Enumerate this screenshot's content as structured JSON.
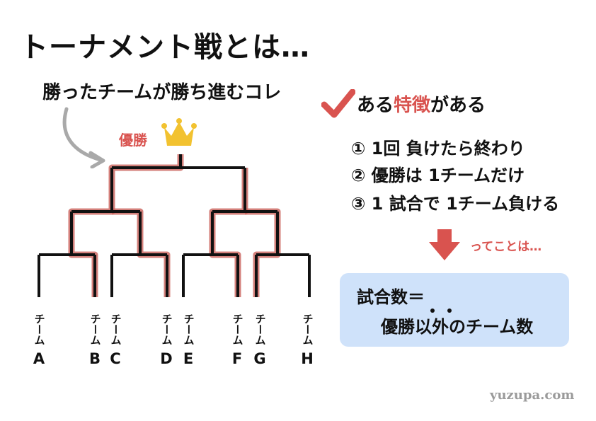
{
  "title": "トーナメント戦とは…",
  "subtitle": "勝ったチームが勝ち進むコレ",
  "winner_label": "優勝",
  "teams": [
    {
      "word": "チーム",
      "letter": "A"
    },
    {
      "word": "チーム",
      "letter": "B"
    },
    {
      "word": "チーム",
      "letter": "C"
    },
    {
      "word": "チーム",
      "letter": "D"
    },
    {
      "word": "チーム",
      "letter": "E"
    },
    {
      "word": "チーム",
      "letter": "F"
    },
    {
      "word": "チーム",
      "letter": "G"
    },
    {
      "word": "チーム",
      "letter": "H"
    }
  ],
  "features": {
    "title_prefix": "ある",
    "title_highlight": "特徴",
    "title_suffix": "がある",
    "items": [
      "① 1回 負けたら終わり",
      "② 優勝は 1チームだけ",
      "③ 1 試合で 1チーム負ける"
    ]
  },
  "conclusion": "ってことは…",
  "result": {
    "line1": "試合数＝",
    "line2": "優勝以外のチーム数"
  },
  "watermark": "yuzupa.com",
  "colors": {
    "highlight": "#d9534f",
    "path": "#c9605a",
    "box": "#cfe2fa"
  },
  "icons": [
    "crown-icon",
    "check-icon",
    "down-arrow-icon",
    "curved-arrow-icon"
  ]
}
